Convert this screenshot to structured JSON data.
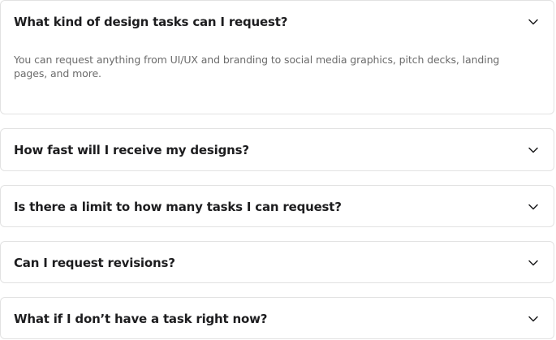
{
  "faq": {
    "items": [
      {
        "question": "What kind of design tasks can I request?",
        "answer": "You can request anything from UI/UX and branding to social media graphics, pitch decks, landing pages, and more.",
        "expanded": true
      },
      {
        "question": "How fast will I receive my designs?",
        "expanded": false
      },
      {
        "question": "Is there a limit to how many tasks I can request?",
        "expanded": false
      },
      {
        "question": "Can I request revisions?",
        "expanded": false
      },
      {
        "question": "What if I don’t have a task right now?",
        "expanded": false
      }
    ]
  },
  "colors": {
    "text": "#1d1d1f",
    "muted": "#6b6b6b",
    "border": "#e2e2e2"
  },
  "icons": {
    "toggle": "chevron-down-icon"
  }
}
